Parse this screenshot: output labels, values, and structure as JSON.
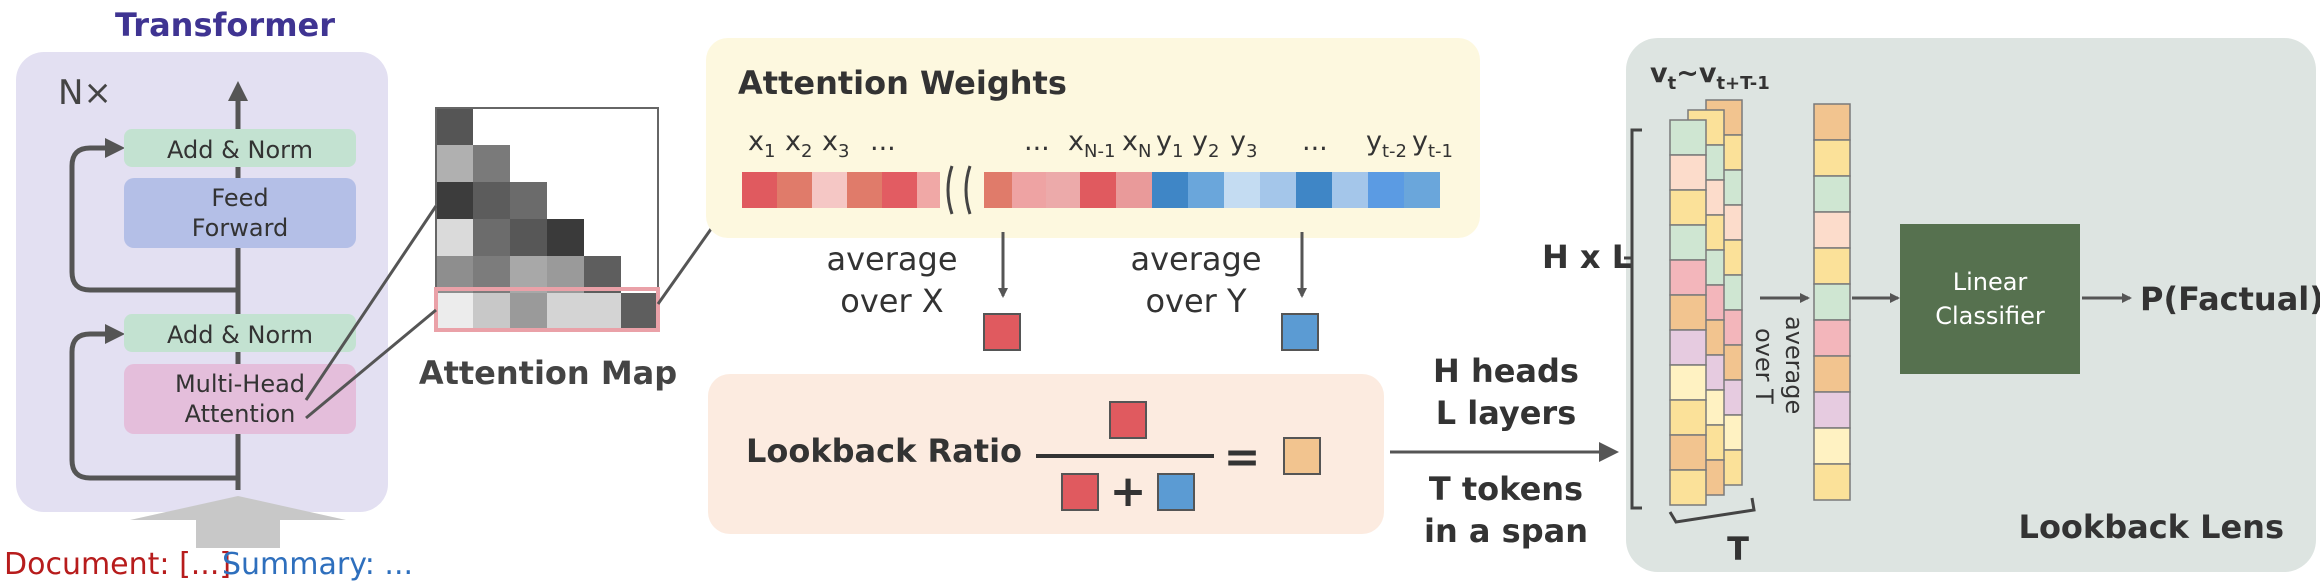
{
  "transformer": {
    "title": "Transformer",
    "repeat": "N×",
    "add_norm_top": "Add & Norm",
    "feed_forward": [
      "Feed",
      "Forward"
    ],
    "add_norm_bottom": "Add & Norm",
    "mha": [
      "Multi-Head",
      "Attention"
    ]
  },
  "input": {
    "document": "Document: [...]",
    "summary": "Summary: ..."
  },
  "attention_map": {
    "label": "Attention Map"
  },
  "attention_weights": {
    "title": "Attention Weights",
    "avg_x": [
      "average",
      "over X"
    ],
    "avg_y": [
      "average",
      "over Y"
    ]
  },
  "lookback_ratio": {
    "label": "Lookback Ratio"
  },
  "middle": {
    "heads": "H heads",
    "layers": "L layers",
    "tokens": "T tokens",
    "span": "in a span"
  },
  "lens": {
    "hxl": "H x L",
    "avg_t": [
      "average",
      "over T"
    ],
    "t_label": "T",
    "classifier": [
      "Linear",
      "Classifier"
    ],
    "output": "P(Factual)",
    "title": "Lookback Lens"
  },
  "colors": {
    "purple_panel": "#e3e0f2",
    "yellow_panel": "#fdf8df",
    "peach_panel": "#fcebe0",
    "grey_panel": "#dde4e1",
    "add_norm": "#c3e2d1",
    "feed_forward": "#b4bfe7",
    "mha": "#e4bedb",
    "classifier": "#56714f",
    "red": "#e05a5f",
    "blue": "#5b9bd3",
    "orange": "#f2c48f"
  }
}
